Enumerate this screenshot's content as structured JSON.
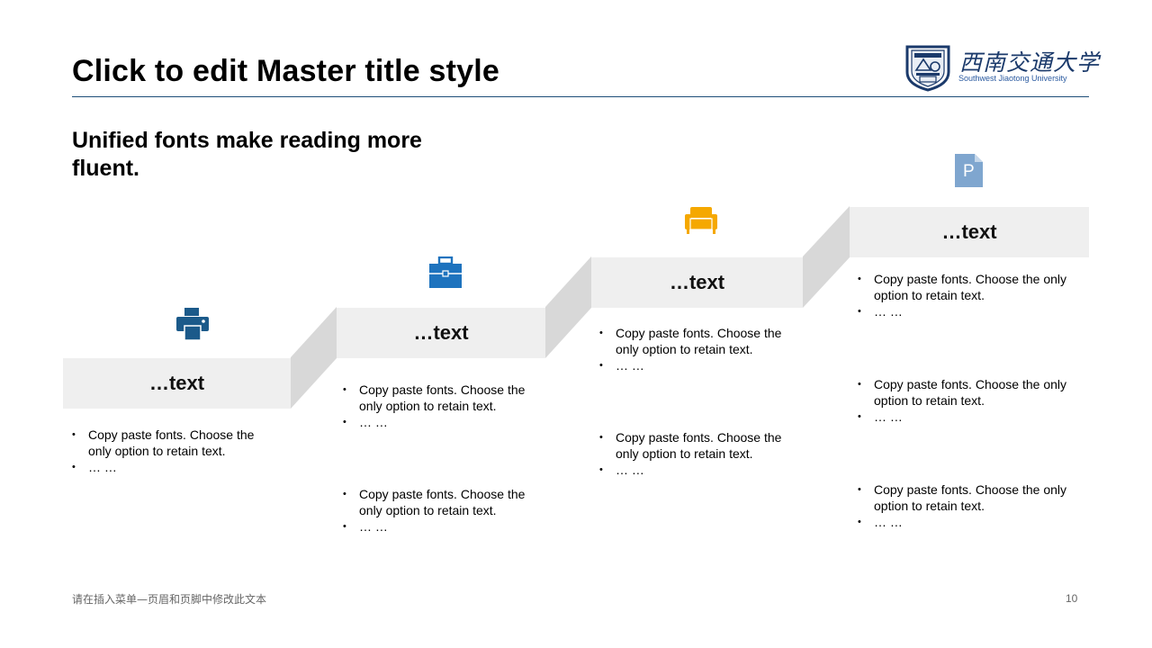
{
  "slide": {
    "title": "Click to edit Master title style",
    "subtitle": "Unified fonts make reading more fluent.",
    "footer_text": "请在插入菜单—页眉和页脚中修改此文本",
    "page_number": "10"
  },
  "logo": {
    "name_cn": "西南交通大学",
    "name_en": "Southwest Jiaotong University",
    "color": "#1b3a6b"
  },
  "steps": [
    {
      "heading": "…text",
      "icon": "printer-icon",
      "icon_color": "#1b5a8a",
      "groups": [
        [
          "Copy paste fonts. Choose the only option to retain text.",
          "… …"
        ]
      ]
    },
    {
      "heading": "…text",
      "icon": "briefcase-icon",
      "icon_color": "#1e73be",
      "groups": [
        [
          "Copy paste fonts. Choose the only option to retain text.",
          "… …"
        ],
        [
          "Copy paste fonts. Choose the only option to retain text.",
          "… …"
        ]
      ]
    },
    {
      "heading": "…text",
      "icon": "armchair-icon",
      "icon_color": "#f5a800",
      "groups": [
        [
          "Copy paste fonts. Choose the only option to retain text.",
          "… …"
        ],
        [
          "Copy paste fonts. Choose the only option to retain text.",
          "… …"
        ]
      ]
    },
    {
      "heading": "…text",
      "icon": "document-icon",
      "icon_letter": "P",
      "icon_color": "#7fa6cf",
      "groups": [
        [
          "Copy paste fonts. Choose the only option to retain text.",
          "… …"
        ],
        [
          "Copy paste fonts. Choose the only option to retain text.",
          "… …"
        ],
        [
          "Copy paste fonts. Choose the only option to retain text.",
          "… …"
        ]
      ]
    }
  ]
}
